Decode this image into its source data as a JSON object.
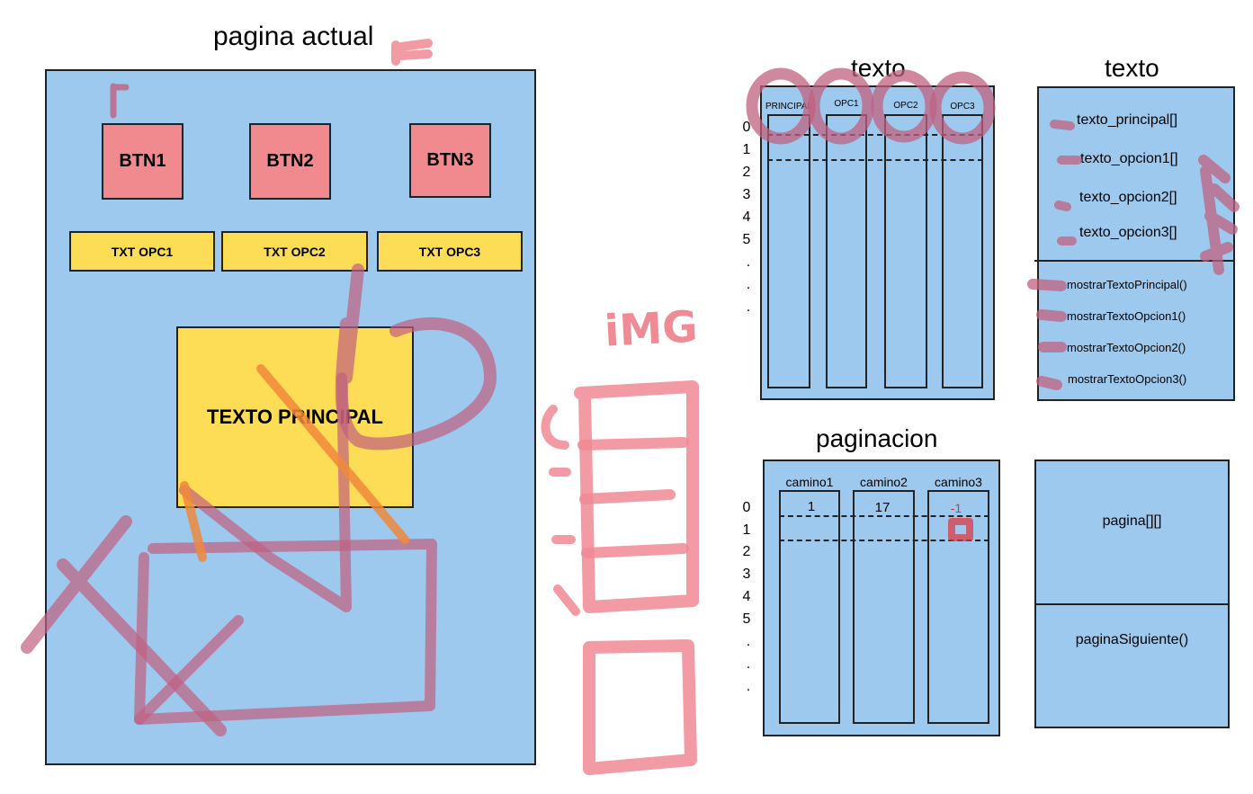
{
  "page": {
    "title": "pagina actual",
    "buttons": [
      "BTN1",
      "BTN2",
      "BTN3"
    ],
    "options": [
      "TXT OPC1",
      "TXT OPC2",
      "TXT OPC3"
    ],
    "main_text": "TEXTO PRINCIPAL"
  },
  "img_label": "iMG",
  "texto_array": {
    "title": "texto",
    "columns": [
      "PRINCIPAL",
      "OPC1",
      "OPC2",
      "OPC3"
    ],
    "indices": [
      "0",
      "1",
      "2",
      "3",
      "4",
      "5",
      ".",
      ".",
      "."
    ]
  },
  "texto_class": {
    "title": "texto",
    "attributes": [
      "texto_principal[]",
      "texto_opcion1[]",
      "texto_opcion2[]",
      "texto_opcion3[]"
    ],
    "methods": [
      "mostrarTextoPrincipal()",
      "mostrarTextoOpcion1()",
      "mostrarTextoOpcion2()",
      "mostrarTextoOpcion3()"
    ]
  },
  "paginacion": {
    "title": "paginacion",
    "columns": [
      "camino1",
      "camino2",
      "camino3"
    ],
    "first_row": [
      "1",
      "17",
      "-1"
    ],
    "indices": [
      "0",
      "1",
      "2",
      "3",
      "4",
      "5",
      ".",
      ".",
      "."
    ]
  },
  "pagina_class": {
    "attribute": "pagina[][]",
    "method": "paginaSiguiente()"
  },
  "colors": {
    "panel": "#9dc9ee",
    "button": "#f08a8f",
    "option": "#fddc56",
    "ink_mauve": "#c0607f",
    "ink_pink": "#f08a95",
    "ink_orange": "#f0883a",
    "negative_value": "#e0303a"
  }
}
